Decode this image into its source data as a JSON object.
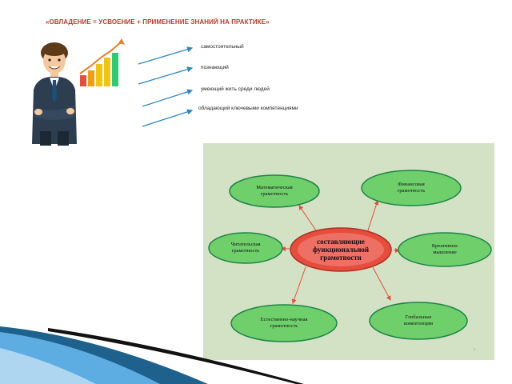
{
  "slide": {
    "title": "«ОВЛАДЕНИЕ = УСВОЕНИЕ + ПРИМЕНЕНИЕ ЗНАНИЙ НА ПРАКТИКЕ»",
    "traits": [
      "самостоятельный",
      "познающий",
      "умеющий жить среди людей",
      "обладающий ключевыми компетенциями"
    ],
    "colors": {
      "title": "#c0392b",
      "arrow": "#2e86c1",
      "panel_bg": "#d3e2c4",
      "node_fill": "#6fcf6b",
      "node_border": "#1e8449",
      "center_fill": "#e74c3c",
      "link": "#e74c3c"
    },
    "icons": [
      "businessman-illustration",
      "growth-chart-icon"
    ]
  },
  "diagram": {
    "center": {
      "line1": "составляющие",
      "line2": "функциональной",
      "line3": "грамотности"
    },
    "nodes": [
      {
        "line1": "Математическая",
        "line2": "грамотность"
      },
      {
        "line1": "Финансовая",
        "line2": "грамотность"
      },
      {
        "line1": "Читательская",
        "line2": "грамотность"
      },
      {
        "line1": "Креативное",
        "line2": "мышление"
      },
      {
        "line1": "Естественно-научная",
        "line2": "грамотность"
      },
      {
        "line1": "Глобальные",
        "line2": "компетенции"
      }
    ],
    "page_number": "3"
  }
}
